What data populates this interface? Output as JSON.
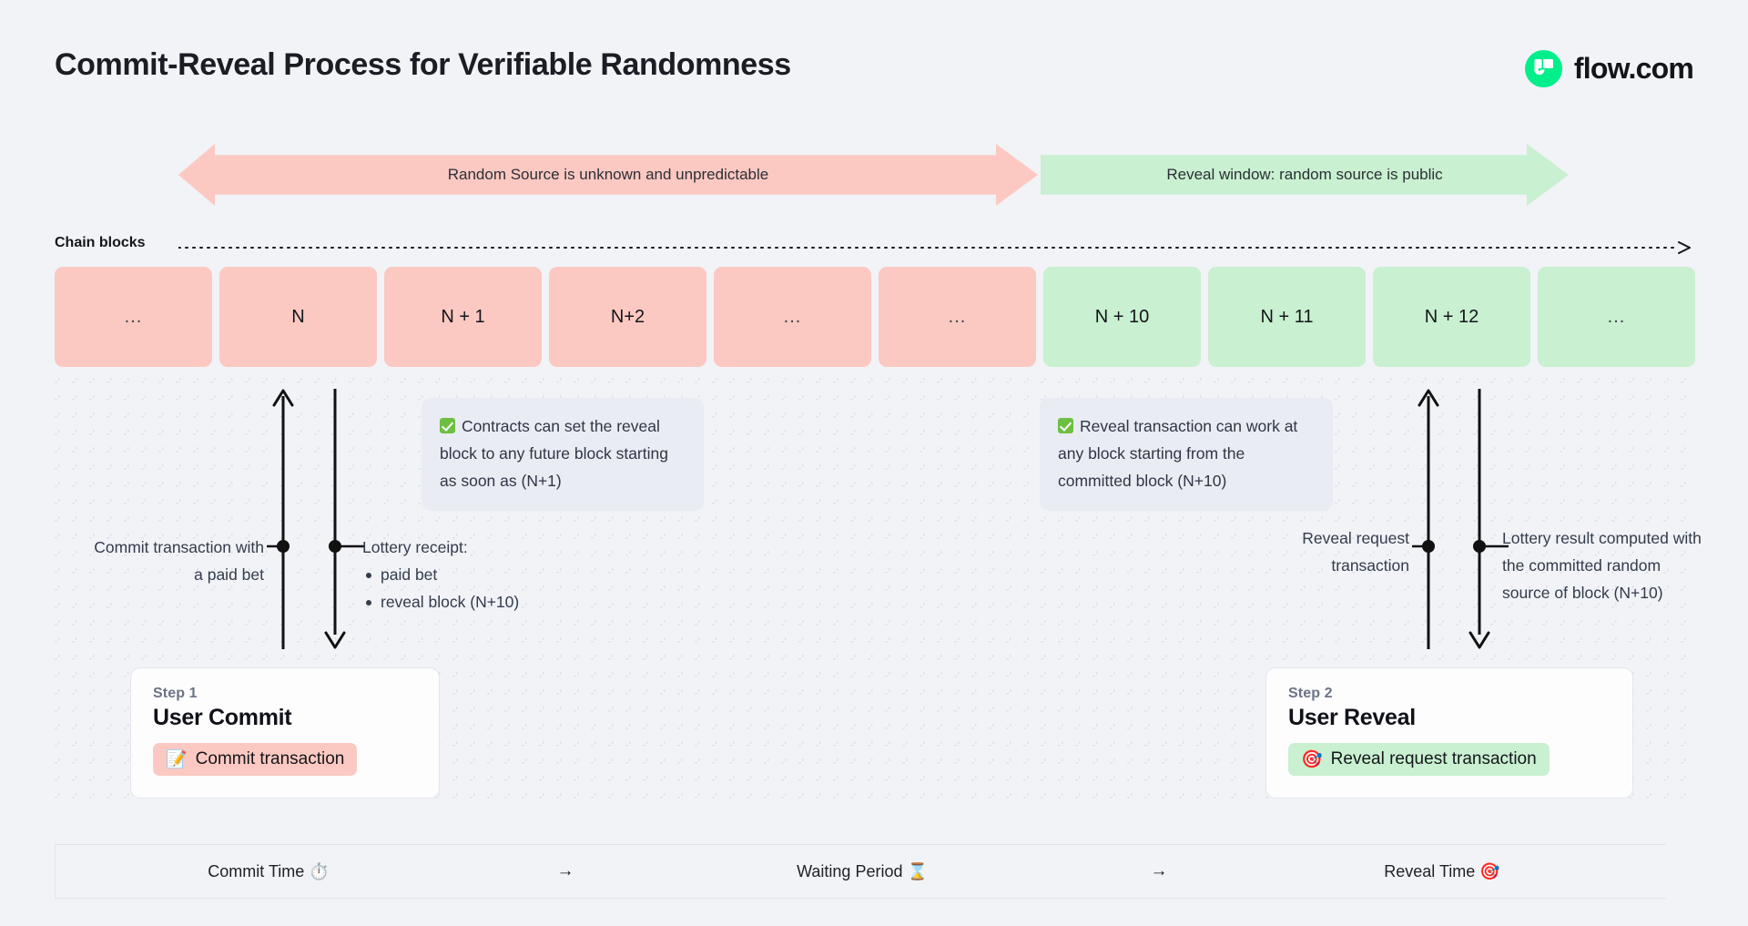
{
  "header": {
    "title": "Commit-Reveal Process for Verifiable Randomness",
    "brand_name": "flow.com",
    "brand_color": "#00ef8b"
  },
  "phases": [
    {
      "label": "Random Source is unknown and unpredictable",
      "color": "#fbc9c2",
      "arrow": "double"
    },
    {
      "label": "Reveal window: random source is public",
      "color": "#c9f0d0",
      "arrow": "right"
    }
  ],
  "chain": {
    "label": "Chain blocks",
    "blocks": [
      {
        "label": "...",
        "state": "pink"
      },
      {
        "label": "N",
        "state": "pink"
      },
      {
        "label": "N + 1",
        "state": "pink"
      },
      {
        "label": "N+2",
        "state": "pink"
      },
      {
        "label": "...",
        "state": "pink"
      },
      {
        "label": "...",
        "state": "pink"
      },
      {
        "label": "N + 10",
        "state": "green"
      },
      {
        "label": "N + 11",
        "state": "green"
      },
      {
        "label": "N + 12",
        "state": "green"
      },
      {
        "label": "...",
        "state": "green"
      }
    ]
  },
  "callouts": [
    {
      "icon": "check-mark-icon",
      "text": "Contracts can set the reveal block to any future block starting as soon as (N+1)"
    },
    {
      "icon": "check-mark-icon",
      "text": "Reveal transaction can work at any block starting from the committed block (N+10)"
    }
  ],
  "annotations": {
    "commit_tx": "Commit transaction with a paid bet",
    "lottery_receipt_title": "Lottery receipt:",
    "lottery_receipt_items": [
      "paid bet",
      "reveal block (N+10)"
    ],
    "reveal_request": "Reveal request transaction",
    "lottery_result": "Lottery result computed with the committed random source of block (N+10)"
  },
  "steps": [
    {
      "kicker": "Step 1",
      "title": "User Commit",
      "chip_label": "Commit transaction",
      "chip_emoji": "📝",
      "chip_color": "#fbc9c2"
    },
    {
      "kicker": "Step 2",
      "title": "User Reveal",
      "chip_label": "Reveal request transaction",
      "chip_emoji": "🎯",
      "chip_color": "#c9f0d0"
    }
  ],
  "timeline": {
    "items": [
      {
        "label": "Commit Time ⏱️"
      },
      {
        "label": "Waiting Period ⌛"
      },
      {
        "label": "Reveal Time 🎯"
      }
    ],
    "arrow": "→"
  }
}
